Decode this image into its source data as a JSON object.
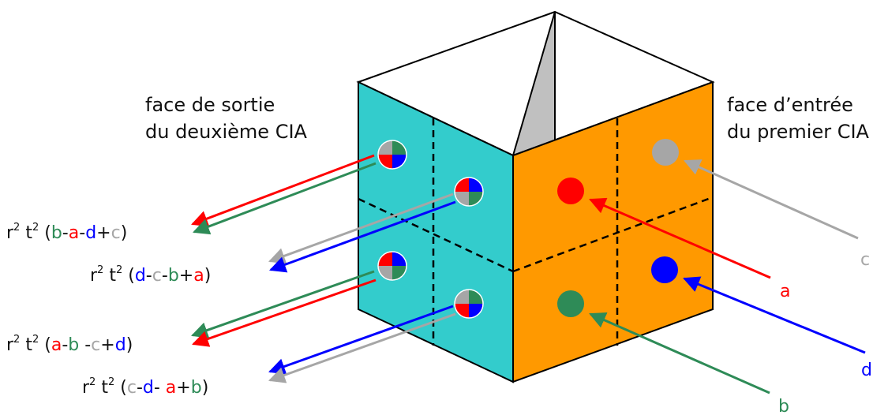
{
  "colors": {
    "a": "#ff0000",
    "b": "#2e8b57",
    "c": "#a6a6a6",
    "d": "#0000ff",
    "teal": "#33cccc",
    "orange": "#ff9900",
    "prism": "#c0c0c0"
  },
  "labels": {
    "exit_face_line1": "face de sortie",
    "exit_face_line2": "du deuxième CIA",
    "entry_face_line1": "face d’entrée",
    "entry_face_line2": "du premier CIA"
  },
  "inputs": {
    "a": "a",
    "b": "b",
    "c": "c",
    "d": "d"
  },
  "formulas": [
    {
      "prefix": "r",
      "mid": " t",
      "exp": "2",
      "terms": [
        {
          "t": "(",
          "c": "k"
        },
        {
          "t": "b",
          "c": "b"
        },
        {
          "t": "-",
          "c": "k"
        },
        {
          "t": "a",
          "c": "a"
        },
        {
          "t": "-",
          "c": "k"
        },
        {
          "t": "d",
          "c": "d"
        },
        {
          "t": "+",
          "c": "k"
        },
        {
          "t": "c",
          "c": "c"
        },
        {
          "t": ")",
          "c": "k"
        }
      ]
    },
    {
      "prefix": "r",
      "mid": " t",
      "exp": "2",
      "terms": [
        {
          "t": "(",
          "c": "k"
        },
        {
          "t": "d",
          "c": "d"
        },
        {
          "t": "-",
          "c": "k"
        },
        {
          "t": "c",
          "c": "c"
        },
        {
          "t": "-",
          "c": "k"
        },
        {
          "t": "b",
          "c": "b"
        },
        {
          "t": "+",
          "c": "k"
        },
        {
          "t": "a",
          "c": "a"
        },
        {
          "t": ")",
          "c": "k"
        }
      ]
    },
    {
      "prefix": "r",
      "mid": " t",
      "exp": "2",
      "terms": [
        {
          "t": "(",
          "c": "k"
        },
        {
          "t": "a",
          "c": "a"
        },
        {
          "t": "-",
          "c": "k"
        },
        {
          "t": "b",
          "c": "b"
        },
        {
          "t": " -",
          "c": "k"
        },
        {
          "t": "c",
          "c": "c"
        },
        {
          "t": "+",
          "c": "k"
        },
        {
          "t": "d",
          "c": "d"
        },
        {
          "t": ")",
          "c": "k"
        }
      ]
    },
    {
      "prefix": "r",
      "mid": " t",
      "exp": "2",
      "terms": [
        {
          "t": "(",
          "c": "k"
        },
        {
          "t": "c",
          "c": "c"
        },
        {
          "t": "-",
          "c": "k"
        },
        {
          "t": "d",
          "c": "d"
        },
        {
          "t": "- ",
          "c": "k"
        },
        {
          "t": "a",
          "c": "a"
        },
        {
          "t": "+",
          "c": "k"
        },
        {
          "t": "b",
          "c": "b"
        },
        {
          "t": ")",
          "c": "k"
        }
      ]
    }
  ]
}
